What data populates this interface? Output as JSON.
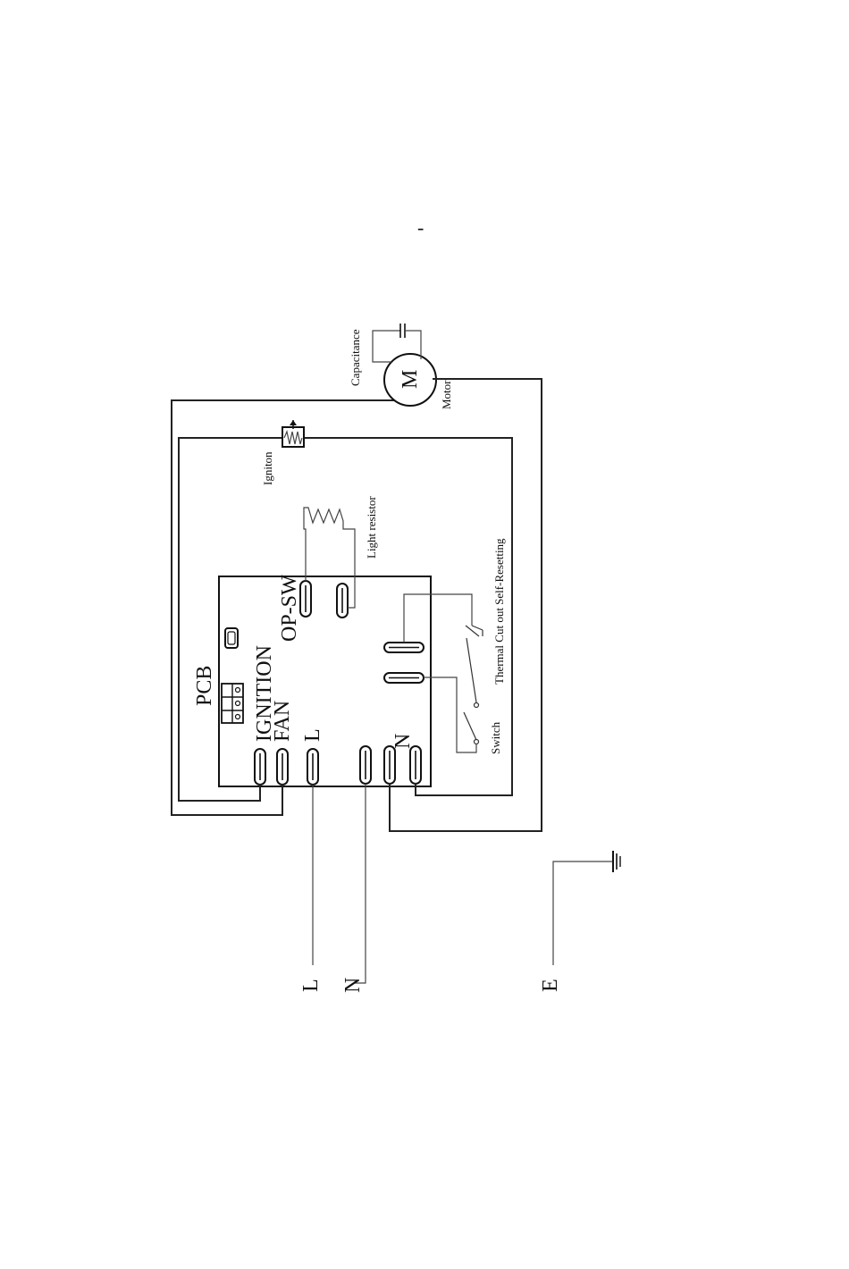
{
  "labels": {
    "pcb": "PCB",
    "ignition": "IGNITION",
    "fan": "FAN",
    "op_sw": "OP-SW",
    "terminal_l": "L",
    "terminal_n": "N",
    "light_resistor": "Light resistor",
    "ignition_component": "Igniton",
    "capacitance": "Capacitance",
    "motor": "Motor",
    "motor_symbol": "M",
    "thermal_cutout": "Thermal Cut out Self-Resetting",
    "switch": "Switch",
    "supply_l": "L",
    "supply_n": "N",
    "supply_e": "E",
    "stray_mark": "-"
  },
  "colors": {
    "line": "#222222",
    "background": "#ffffff"
  },
  "icons": [
    "motor-icon",
    "capacitor-icon",
    "resistor-icon",
    "igniter-icon",
    "earth-ground-icon",
    "switch-icon"
  ]
}
